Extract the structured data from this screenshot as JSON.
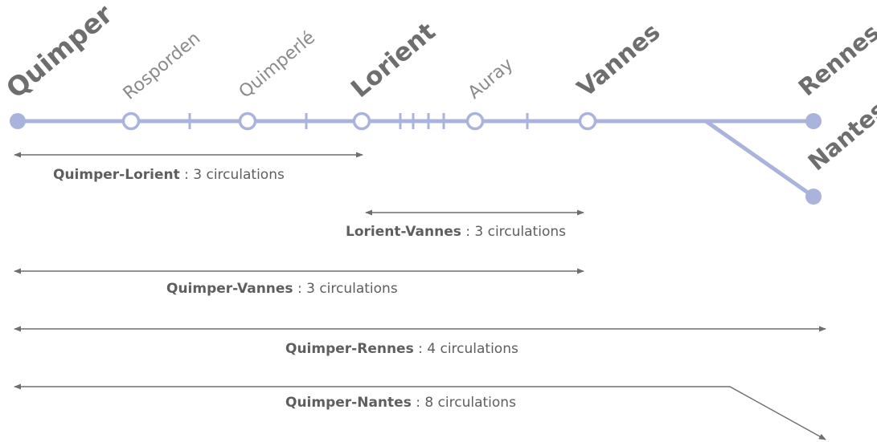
{
  "colors": {
    "line": "#a9b3dc",
    "station_fill_open": "#ffffff",
    "station_fill_terminus": "#a9b3dc",
    "text_major": "#6e6e6e",
    "text_minor": "#8a8a8a",
    "arrow": "#6e6e6e"
  },
  "stations": {
    "quimper": "Quimper",
    "rosporden": "Rosporden",
    "quimperle": "Quimperlé",
    "lorient": "Lorient",
    "auray": "Auray",
    "vannes": "Vannes",
    "rennes": "Rennes",
    "nantes": "Nantes"
  },
  "routes": {
    "quimper_lorient": {
      "name": "Quimper-Lorient",
      "count": " : 3 circulations"
    },
    "lorient_vannes": {
      "name": "Lorient-Vannes",
      "count": " : 3 circulations"
    },
    "quimper_vannes": {
      "name": "Quimper-Vannes",
      "count": " : 3 circulations"
    },
    "quimper_rennes": {
      "name": "Quimper-Rennes",
      "count": " : 4 circulations"
    },
    "quimper_nantes": {
      "name": "Quimper-Nantes",
      "count": " : 8 circulations"
    }
  }
}
